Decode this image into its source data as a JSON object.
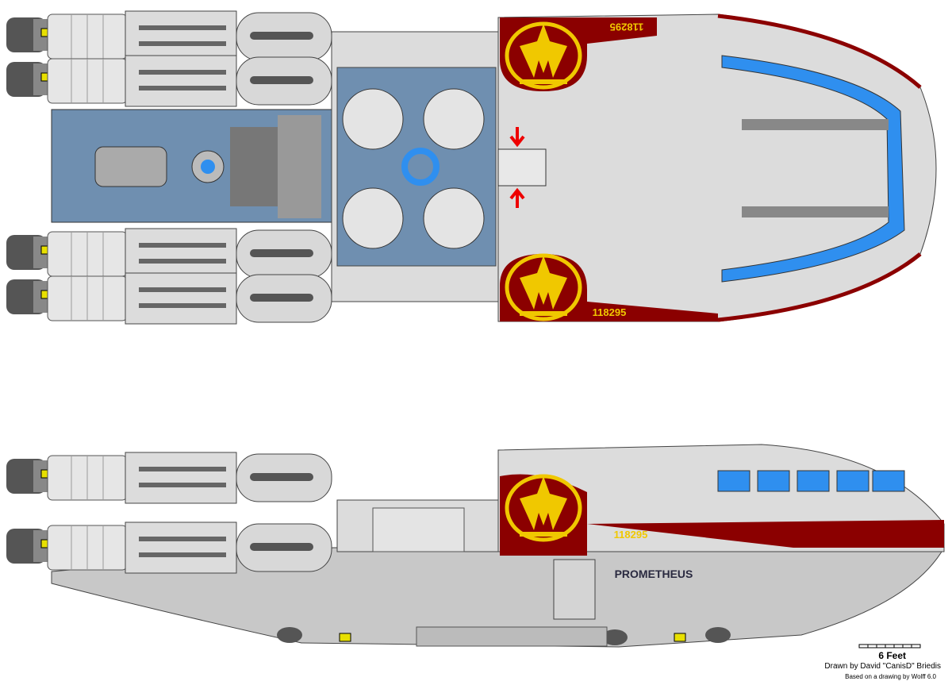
{
  "ship": {
    "registry_top": "118295",
    "registry_bottom": "118295",
    "registry_side": "118295",
    "name": "PROMETHEUS"
  },
  "scale": {
    "label": "6 Feet",
    "segments": 7
  },
  "credits": {
    "drawn_by": "Drawn by David \"CanisD\" Briedis",
    "based_on": "Based on a drawing by Wolff 6.0"
  },
  "colors": {
    "hull": "#dcdcdc",
    "panel_dark": "#8c8c8c",
    "interior_blue": "#6f8fb0",
    "emblem_red": "#8b0000",
    "emblem_gold": "#f0c800",
    "window_blue": "#2f8fef",
    "warning_yellow": "#e8e000"
  }
}
